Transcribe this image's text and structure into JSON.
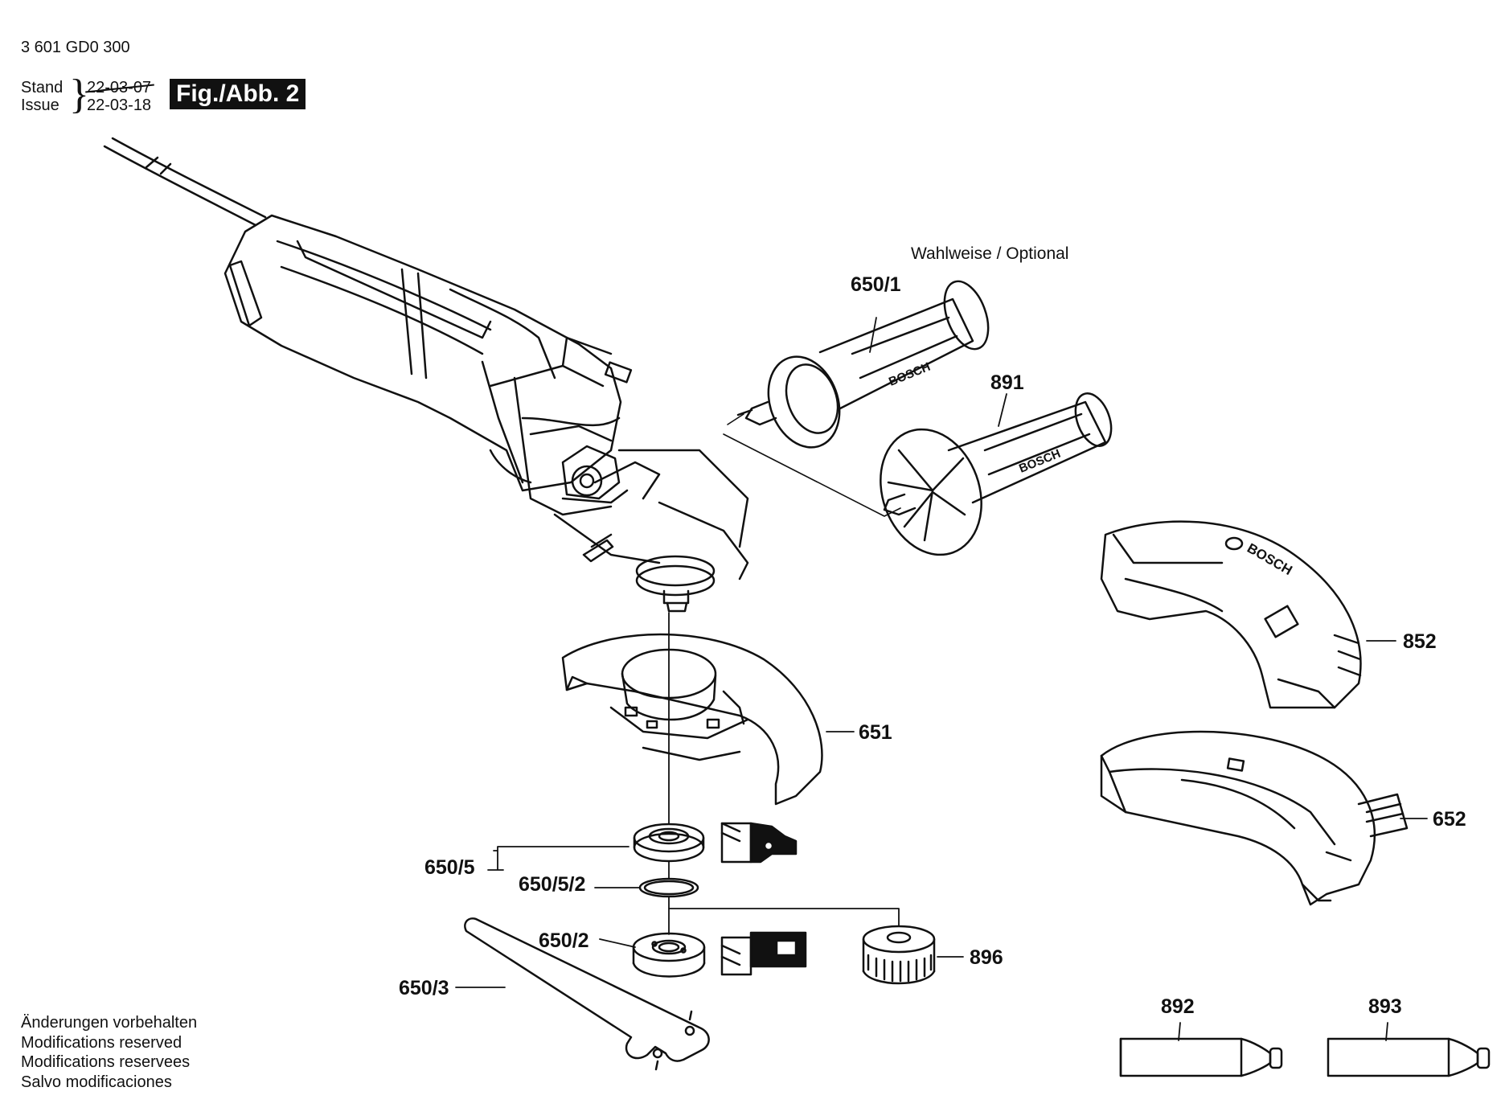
{
  "header": {
    "part_number": "3 601 GD0 300",
    "stand_label": "Stand",
    "issue_label": "Issue",
    "old_date": "22-03-07",
    "new_date": "22-03-18",
    "figure_label": "Fig./Abb. 2"
  },
  "optional_note": "Wahlweise / Optional",
  "footer_notes": [
    "Änderungen vorbehalten",
    "Modifications reserved",
    "Modifications reservees",
    "Salvo modificaciones"
  ],
  "parts": {
    "p650_1": "650/1",
    "p891": "891",
    "p852": "852",
    "p651": "651",
    "p652": "652",
    "p650_5": "650/5",
    "p650_5_2": "650/5/2",
    "p650_2": "650/2",
    "p896": "896",
    "p650_3": "650/3",
    "p892": "892",
    "p893": "893"
  },
  "brand_marks": [
    "BOSCH",
    "BOSCH",
    "BOSCH"
  ],
  "colors": {
    "ink": "#111111",
    "paper": "#ffffff"
  }
}
